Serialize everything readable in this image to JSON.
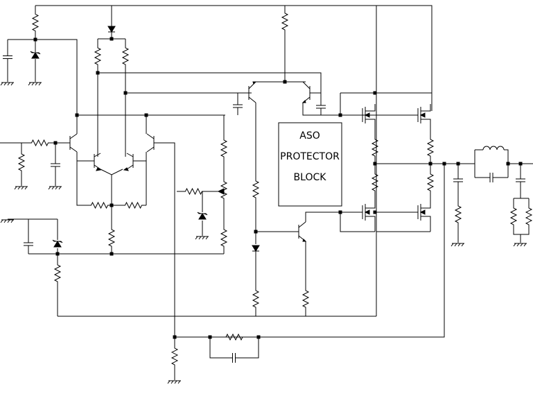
{
  "block": {
    "line1": "ASO",
    "line2": "PROTECTOR",
    "line3": "BLOCK"
  }
}
